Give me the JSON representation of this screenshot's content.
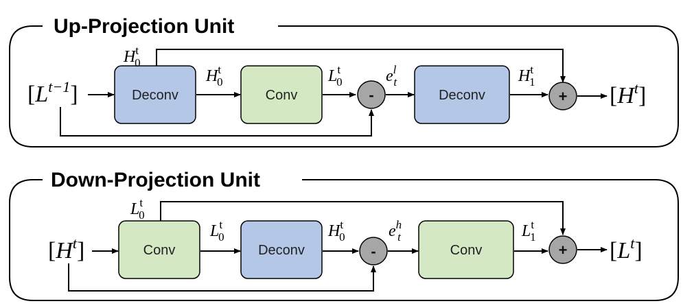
{
  "up": {
    "title": "Up-Projection Unit",
    "input": {
      "base": "L",
      "sup": "t−1"
    },
    "output": {
      "base": "H",
      "sup": "t"
    },
    "block1": "Deconv",
    "block2": "Conv",
    "block3": "Deconv",
    "skip_label": {
      "base": "H",
      "sup": "t",
      "sub": "0"
    },
    "label_b1b2": {
      "base": "H",
      "sup": "t",
      "sub": "0"
    },
    "label_b2op": {
      "base": "L",
      "sup": "t",
      "sub": "0"
    },
    "label_err": {
      "base": "e",
      "sup": "l",
      "sub": "t"
    },
    "label_b3sum": {
      "base": "H",
      "sup": "t",
      "sub": "1"
    },
    "minus": "-",
    "plus": "+"
  },
  "down": {
    "title": "Down-Projection Unit",
    "input": {
      "base": "H",
      "sup": "t"
    },
    "output": {
      "base": "L",
      "sup": "t"
    },
    "block1": "Conv",
    "block2": "Deconv",
    "block3": "Conv",
    "skip_label": {
      "base": "L",
      "sup": "t",
      "sub": "0"
    },
    "label_b1b2": {
      "base": "L",
      "sup": "t",
      "sub": "0"
    },
    "label_b2op": {
      "base": "H",
      "sup": "t",
      "sub": "0"
    },
    "label_err": {
      "base": "e",
      "sup": "h",
      "sub": "t"
    },
    "label_b3sum": {
      "base": "L",
      "sup": "t",
      "sub": "1"
    },
    "minus": "-",
    "plus": "+"
  },
  "colors": {
    "deconv_fill": "#b4c7e7",
    "conv_fill": "#d5e8c4",
    "operator_fill": "#a6a6a6",
    "stroke": "#000000"
  }
}
